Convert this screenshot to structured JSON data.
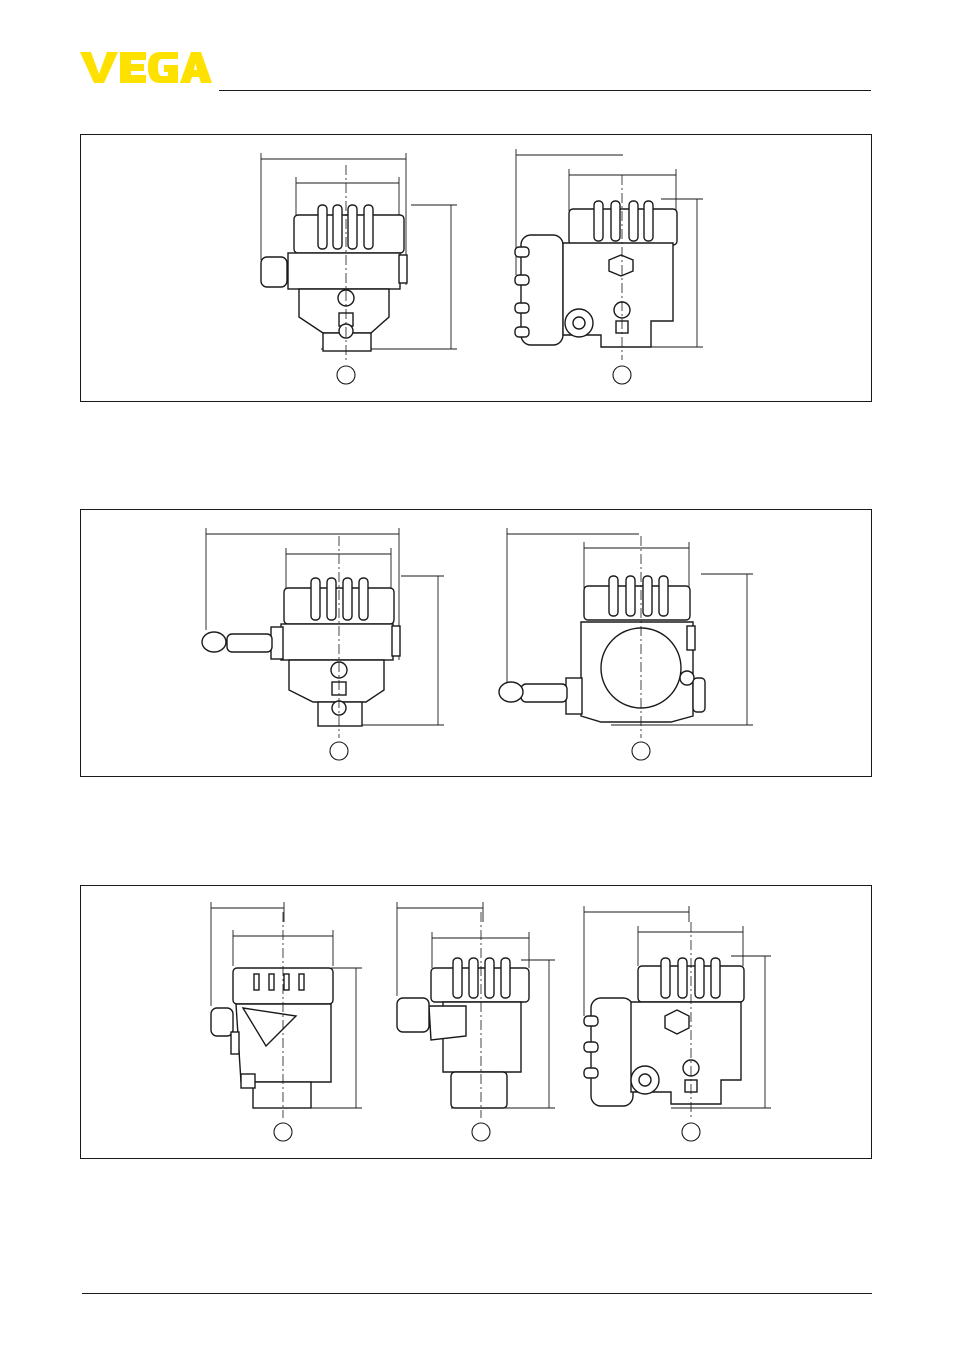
{
  "brand": {
    "logo_text": "VEGA",
    "logo_color": "#FFE100"
  },
  "figures": [
    {
      "panel": 1,
      "views": 2
    },
    {
      "panel": 2,
      "views": 2
    },
    {
      "panel": 3,
      "views": 3
    }
  ]
}
